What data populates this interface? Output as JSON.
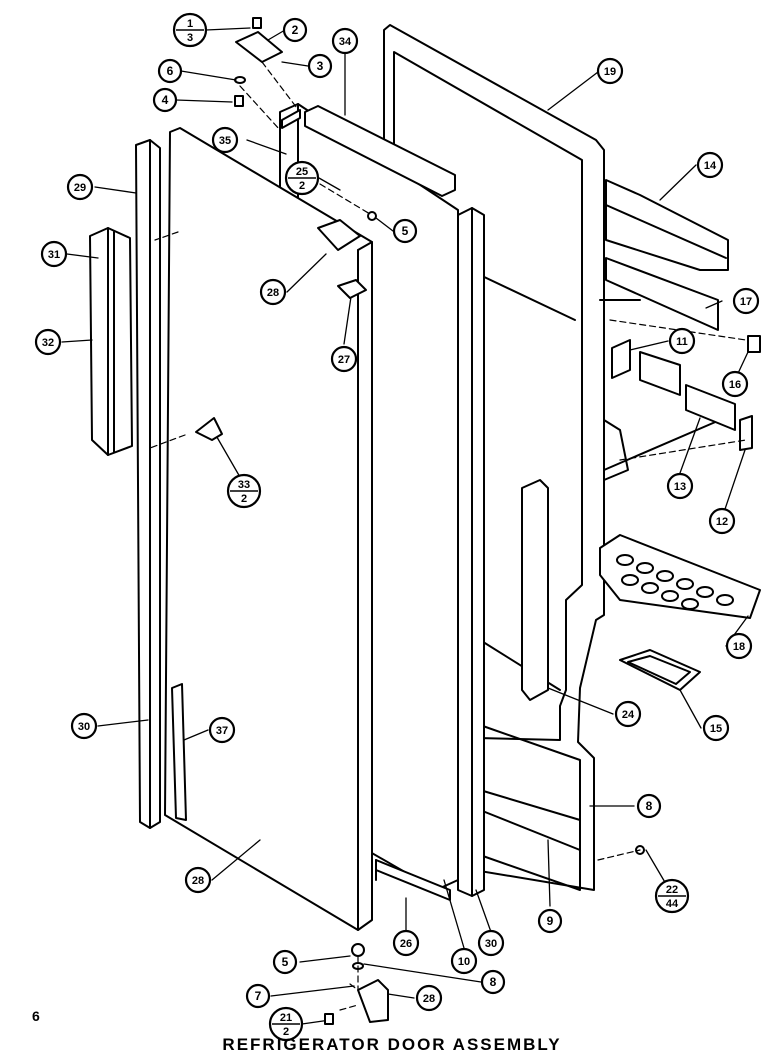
{
  "title": "REFRIGERATOR DOOR ASSEMBLY",
  "page_number": "6",
  "callouts": [
    {
      "id": "c1-3",
      "num": "1",
      "den": "3"
    },
    {
      "id": "c2",
      "text": "2"
    },
    {
      "id": "c3",
      "text": "3"
    },
    {
      "id": "c6-top",
      "text": "6"
    },
    {
      "id": "c4",
      "text": "4"
    },
    {
      "id": "c34",
      "text": "34"
    },
    {
      "id": "c19-top",
      "text": "19"
    },
    {
      "id": "c35",
      "text": "35"
    },
    {
      "id": "c25-2",
      "num": "25",
      "den": "2"
    },
    {
      "id": "c5-top",
      "text": "5"
    },
    {
      "id": "c14",
      "text": "14"
    },
    {
      "id": "c29",
      "text": "29"
    },
    {
      "id": "c31",
      "text": "31"
    },
    {
      "id": "c28-top",
      "text": "28"
    },
    {
      "id": "c17",
      "text": "17"
    },
    {
      "id": "c32",
      "text": "32"
    },
    {
      "id": "c27",
      "text": "27"
    },
    {
      "id": "c11",
      "text": "11"
    },
    {
      "id": "c16",
      "text": "16"
    },
    {
      "id": "c33-2",
      "num": "33",
      "den": "2"
    },
    {
      "id": "c13",
      "text": "13"
    },
    {
      "id": "c12",
      "text": "12"
    },
    {
      "id": "c18",
      "text": "18"
    },
    {
      "id": "c24",
      "text": "24"
    },
    {
      "id": "c15",
      "text": "15"
    },
    {
      "id": "c30-left",
      "text": "30"
    },
    {
      "id": "c37",
      "text": "37"
    },
    {
      "id": "c8-right",
      "text": "8"
    },
    {
      "id": "c28-mid",
      "text": "28"
    },
    {
      "id": "c9",
      "text": "9"
    },
    {
      "id": "c22-44",
      "num": "22",
      "den": "44"
    },
    {
      "id": "c26",
      "text": "26"
    },
    {
      "id": "c10",
      "text": "10"
    },
    {
      "id": "c30-bottom",
      "text": "30"
    },
    {
      "id": "c5-bottom",
      "text": "5"
    },
    {
      "id": "c8-bottom",
      "text": "8"
    },
    {
      "id": "c7",
      "text": "7"
    },
    {
      "id": "c28-bottom",
      "text": "28"
    },
    {
      "id": "c21-2",
      "num": "21",
      "den": "2"
    }
  ]
}
